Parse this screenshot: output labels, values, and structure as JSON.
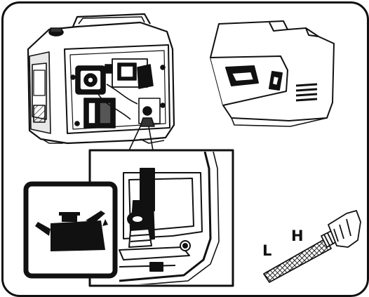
{
  "dipstick": {
    "label_low": "L",
    "label_high": "H"
  },
  "icons": {
    "oil_can": "oil-can-icon",
    "generator": "generator-illustration",
    "side_cover": "maintenance-cover-illustration",
    "detail": "oil-fill-detail-illustration",
    "dipstick": "oil-dipstick-illustration"
  },
  "colors": {
    "line": "#111111",
    "background": "#ffffff"
  }
}
